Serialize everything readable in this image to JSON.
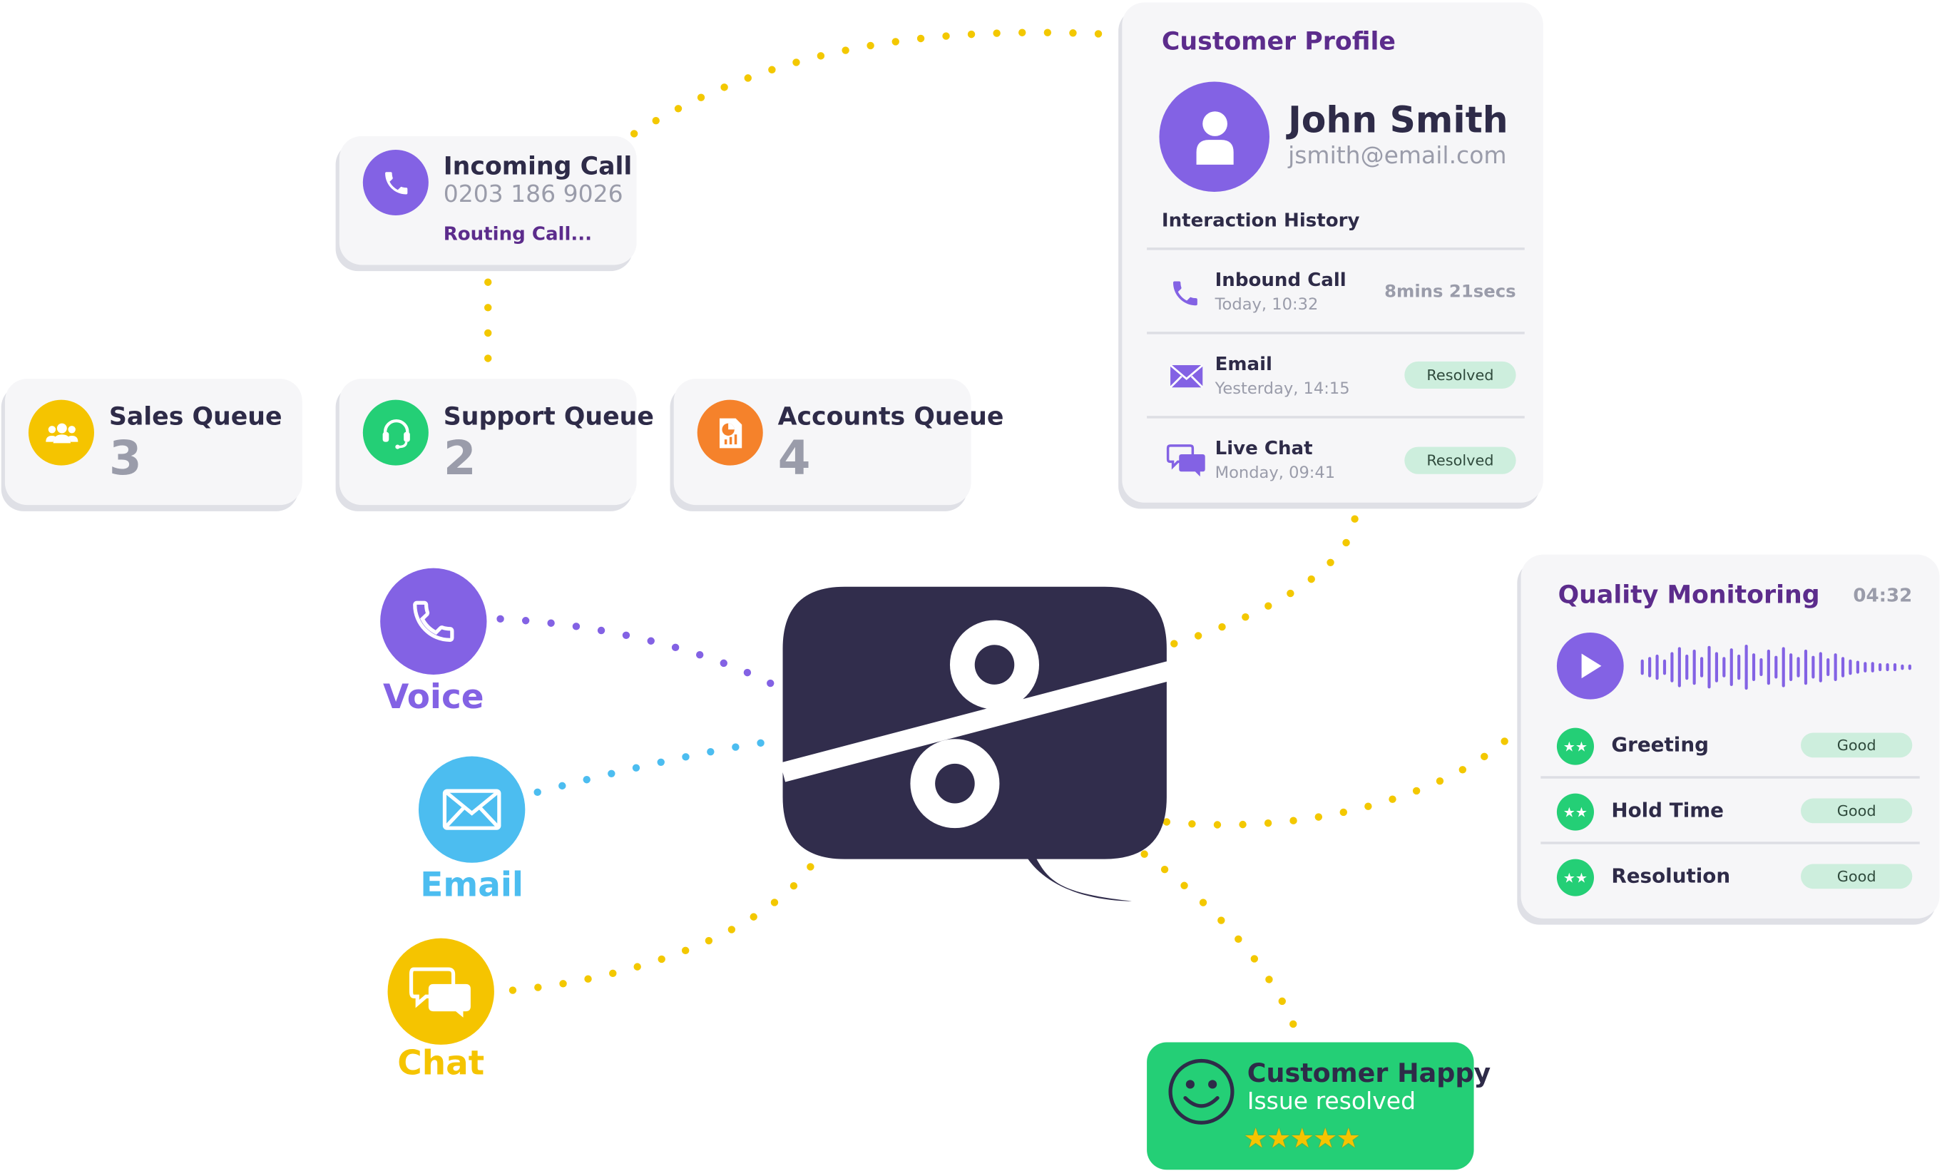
{
  "colors": {
    "purple": "#8362e4",
    "blue": "#4cbdf0",
    "yellow": "#f5c400",
    "green": "#24cf76",
    "orange": "#f5822b",
    "navy": "#312d4c",
    "pill_green": "#cdeedd",
    "dotted_yellow": "#f3c800"
  },
  "incoming_call": {
    "title": "Incoming Call",
    "number": "0203 186 9026",
    "status": "Routing Call...",
    "icon": "phone-icon"
  },
  "queues": [
    {
      "name": "Sales Queue",
      "count": "3",
      "icon": "users-icon",
      "color": "#f5c400"
    },
    {
      "name": "Support Queue",
      "count": "2",
      "icon": "headset-icon",
      "color": "#24cf76"
    },
    {
      "name": "Accounts Queue",
      "count": "4",
      "icon": "report-icon",
      "color": "#f5822b"
    }
  ],
  "channels": [
    {
      "label": "Voice",
      "icon": "phone-icon",
      "color": "#8362e4"
    },
    {
      "label": "Email",
      "icon": "envelope-icon",
      "color": "#4cbdf0"
    },
    {
      "label": "Chat",
      "icon": "chat-bubbles-icon",
      "color": "#f5c400"
    }
  ],
  "customer_profile": {
    "heading": "Customer Profile",
    "name": "John Smith",
    "email": "jsmith@email.com",
    "history_heading": "Interaction History",
    "history": [
      {
        "type": "Inbound Call",
        "time": "Today, 10:32",
        "meta": "8mins 21secs",
        "icon": "phone-icon"
      },
      {
        "type": "Email",
        "time": "Yesterday, 14:15",
        "meta": "Resolved",
        "icon": "envelope-icon"
      },
      {
        "type": "Live Chat",
        "time": "Monday, 09:41",
        "meta": "Resolved",
        "icon": "chat-bubbles-icon"
      }
    ]
  },
  "quality_monitoring": {
    "heading": "Quality Monitoring",
    "duration": "04:32",
    "criteria": [
      {
        "name": "Greeting",
        "rating": "Good"
      },
      {
        "name": "Hold Time",
        "rating": "Good"
      },
      {
        "name": "Resolution",
        "rating": "Good"
      }
    ]
  },
  "outcome": {
    "title": "Customer Happy",
    "subtitle": "Issue resolved",
    "stars": 5,
    "icon": "smiley-icon"
  }
}
